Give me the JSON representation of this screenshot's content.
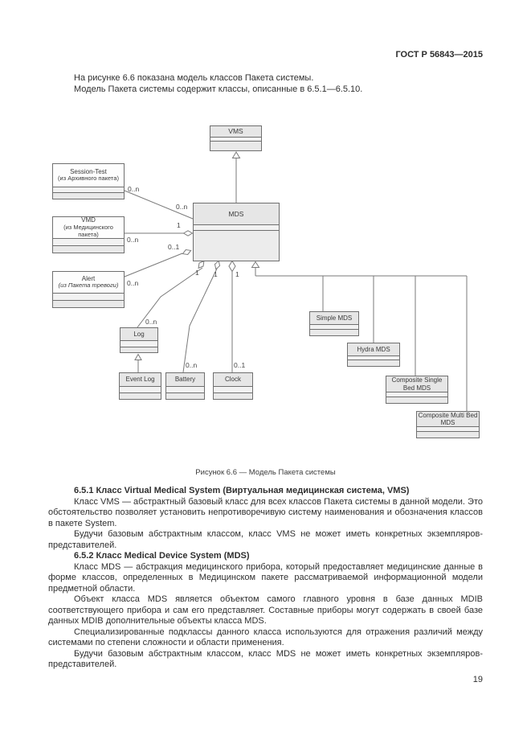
{
  "page": {
    "header": "ГОСТ Р 56843—2015",
    "page_number": "19"
  },
  "intro": {
    "line1": "На рисунке 6.6 показана модель классов Пакета системы.",
    "line2": "Модель Пакета системы содержит классы, описанные в 6.5.1—6.5.10."
  },
  "figure": {
    "caption": "Рисунок 6.6 — Модель Пакета системы",
    "nodes": {
      "vms": {
        "title": "VMS"
      },
      "mds": {
        "title": "MDS"
      },
      "session_test": {
        "title": "Session-Test",
        "subtitle": "(из Архивного пакета)"
      },
      "vmd": {
        "title": "VMD",
        "subtitle": "(из Медицинского пакета)"
      },
      "alert": {
        "title": "Alert",
        "subtitle": "(из Пакета тревоги)"
      },
      "log": {
        "title": "Log"
      },
      "event_log": {
        "title": "Event Log"
      },
      "battery": {
        "title": "Battery"
      },
      "clock": {
        "title": "Clock"
      },
      "simple_mds": {
        "title": "Simple MDS"
      },
      "hydra_mds": {
        "title": "Hydra MDS"
      },
      "composite_single": {
        "title": "Composite Single Bed MDS"
      },
      "composite_multi": {
        "title": "Composite Multi Bed MDS"
      }
    },
    "labels": [
      {
        "text": "0..n"
      },
      {
        "text": "0..n"
      },
      {
        "text": "1"
      },
      {
        "text": "0..n"
      },
      {
        "text": "0..1"
      },
      {
        "text": "0..n"
      },
      {
        "text": "1"
      },
      {
        "text": "1"
      },
      {
        "text": "1"
      },
      {
        "text": "0..n"
      },
      {
        "text": "0..n"
      },
      {
        "text": "0..1"
      }
    ]
  },
  "sections": {
    "s651": {
      "heading": "6.5.1 Класс Virtual Medical System (Виртуальная медицинская система, VMS)",
      "paragraphs": [
        "Класс VMS — абстрактный базовый класс для всех классов Пакета системы в данной модели. Это обстоятельство позволяет установить непротиворечивую систему наименования и обозначения классов в пакете System.",
        "Будучи базовым абстрактным классом, класс VMS не может иметь конкретных экземпляров-представителей."
      ]
    },
    "s652": {
      "heading": "6.5.2 Класс Medical Device System (MDS)",
      "paragraphs": [
        "Класс MDS — абстракция медицинского прибора, который предоставляет медицинские данные в форме классов, определенных в Медицинском пакете рассматриваемой информационной модели предметной области.",
        "Объект класса MDS является объектом самого главного уровня в базе данных MDIB соответствующего прибора и сам его представляет. Составные приборы могут содержать в своей базе данных MDIB дополнительные объекты класса MDS.",
        "Специализированные подклассы данного класса используются для отражения различий между системами по степени сложности и области применения.",
        "Будучи базовым абстрактным классом, класс MDS не может иметь конкретных экземпляров-представителей."
      ]
    }
  }
}
